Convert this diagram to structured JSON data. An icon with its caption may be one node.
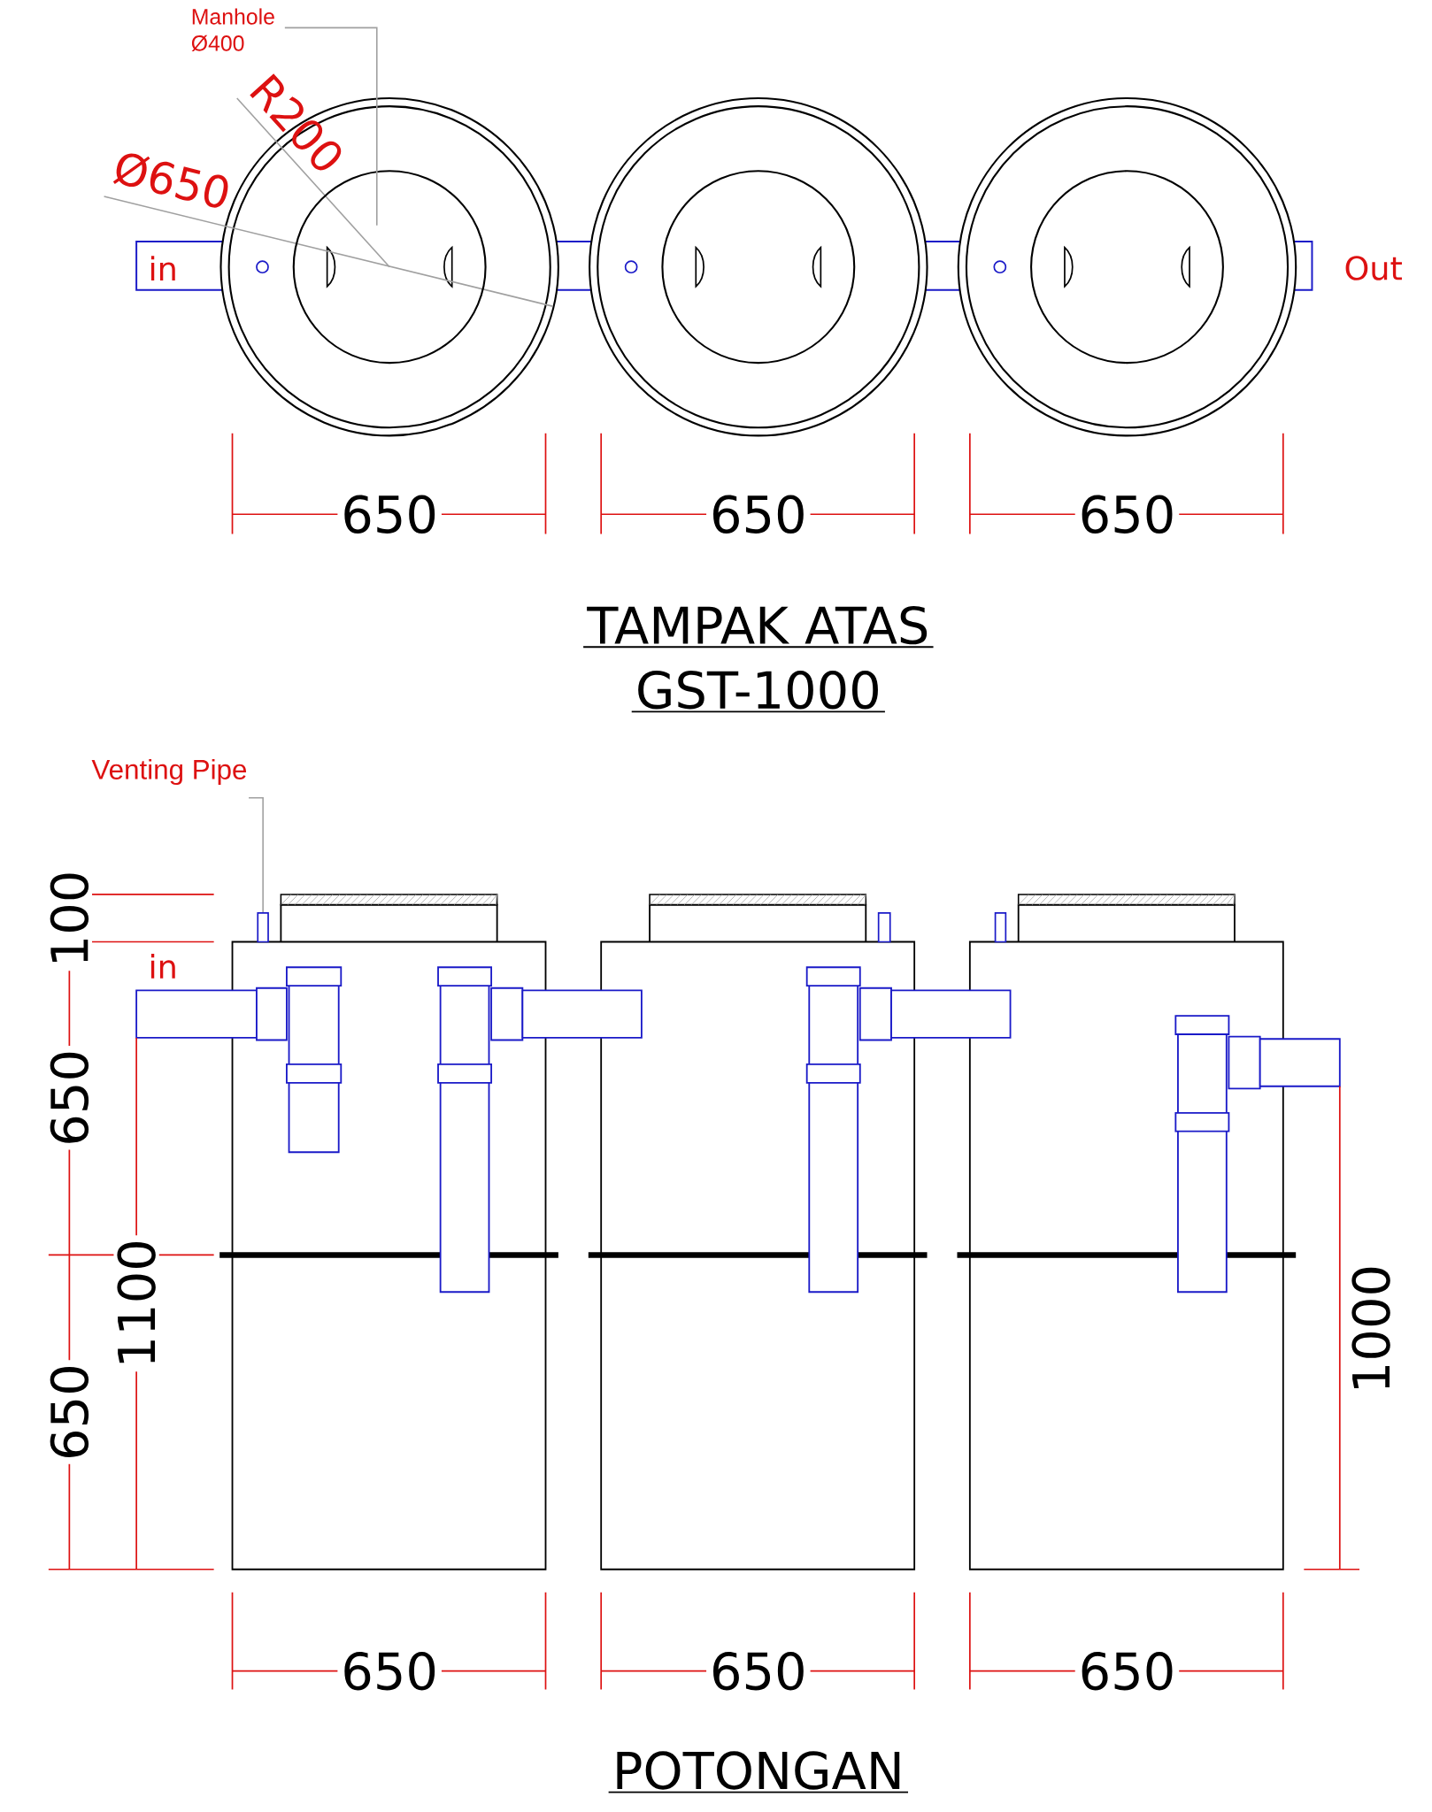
{
  "diagram": {
    "nodes": [
      {
        "text": [
          "Manhole Ø400"
        ]
      },
      {
        "text": [],
        "shape": "circle"
      },
      {
        "text": [
          "Venting Pipe"
        ]
      },
      {
        "text": [],
        "shape": "bar"
      }
    ],
    "edges": [
      {
        "from": 0,
        "to": 1,
        "arrow": "none"
      },
      {
        "from": 2,
        "to": 3,
        "arrow": "none"
      }
    ],
    "labels": [
      "R200",
      "Ø650",
      "in",
      "Out",
      "650",
      "650",
      "650",
      "TAMPAK ATAS",
      "GST-1000",
      "100",
      "in",
      "650",
      "1100",
      "1000",
      "650",
      "650",
      "650",
      "650",
      "POTONGAN"
    ]
  }
}
